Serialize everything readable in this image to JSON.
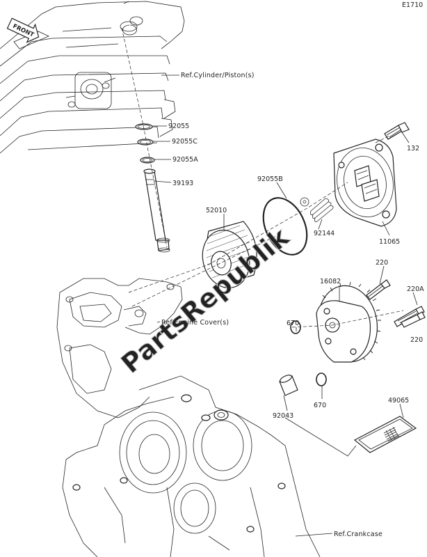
{
  "diagram_code": "E1710",
  "front_arrow": "FRONT",
  "watermark": "PartsRepublik",
  "refs": {
    "cylinder": "Ref.Cylinder/Piston(s)",
    "engine_cover": "Ref.Engine Cover(s)",
    "crankcase": "Ref.Crankcase"
  },
  "parts": [
    {
      "id": "92055",
      "label": "92055"
    },
    {
      "id": "92055C",
      "label": "92055C"
    },
    {
      "id": "92055A",
      "label": "92055A"
    },
    {
      "id": "39193",
      "label": "39193"
    },
    {
      "id": "92055B",
      "label": "92055B"
    },
    {
      "id": "52010",
      "label": "52010"
    },
    {
      "id": "92144",
      "label": "92144"
    },
    {
      "id": "132",
      "label": "132"
    },
    {
      "id": "11065",
      "label": "11065"
    },
    {
      "id": "220",
      "label": "220"
    },
    {
      "id": "16082",
      "label": "16082"
    },
    {
      "id": "220A",
      "label": "220A"
    },
    {
      "id": "670a",
      "label": "670"
    },
    {
      "id": "220b",
      "label": "220"
    },
    {
      "id": "670b",
      "label": "670"
    },
    {
      "id": "92043",
      "label": "92043"
    },
    {
      "id": "49065",
      "label": "49065"
    }
  ]
}
